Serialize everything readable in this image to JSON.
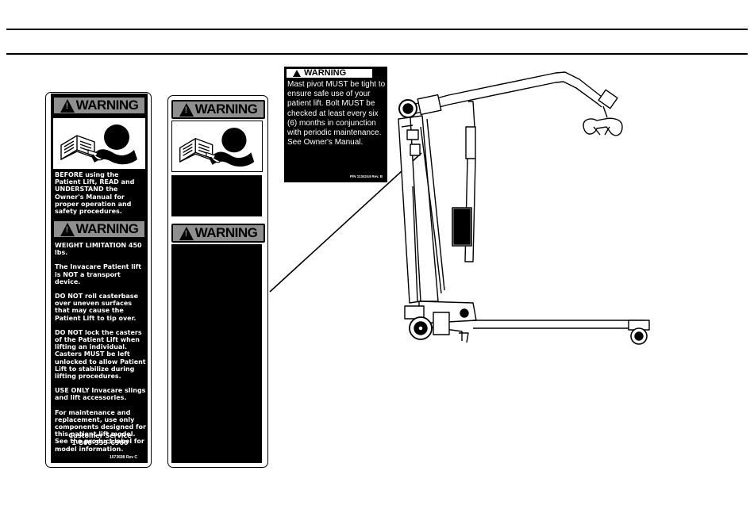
{
  "label_left": {
    "warning_heading_1": "WARNING",
    "read_text": "BEFORE using the Patient Lift, READ and UNDERSTAND the Owner's Manual for proper operation and safety procedures.",
    "warning_heading_2": "WARNING",
    "paragraphs": [
      "WEIGHT LIMITATION 450 lbs.",
      "The Invacare Patient lift is NOT a transport device.",
      "DO NOT roll casterbase over uneven surfaces that may cause the Patient Lift to tip over.",
      "DO NOT lock the casters of the Patient Lift when lifting an individual. Casters MUST be left unlocked to allow Patient Lift to stabilize during lifting procedures.",
      "USE ONLY Invacare slings and lift accessories.",
      "For maintenance and replacement, use only components designed for this patient lift model. See the product label for model information."
    ],
    "customer_service": "Customer Service",
    "phone": "1-800-333-6900",
    "part_number": "1073698 Rev C"
  },
  "label_middle": {
    "warning_heading_1": "WARNING",
    "warning_heading_2": "WARNING"
  },
  "mast_label": {
    "heading": "WARNING",
    "text": "Mast pivot MUST be tight to ensure safe use of your patient lift.  Bolt MUST be checked at least every six (6) months in conjunction with periodic maintenance. See Owner's Manual.",
    "part_number": "P/N 1134244 Rev. B"
  },
  "icons": {
    "read_manual": "person-reading-manual-icon",
    "alert": "warning-triangle-icon",
    "lift": "patient-lift-illustration"
  }
}
